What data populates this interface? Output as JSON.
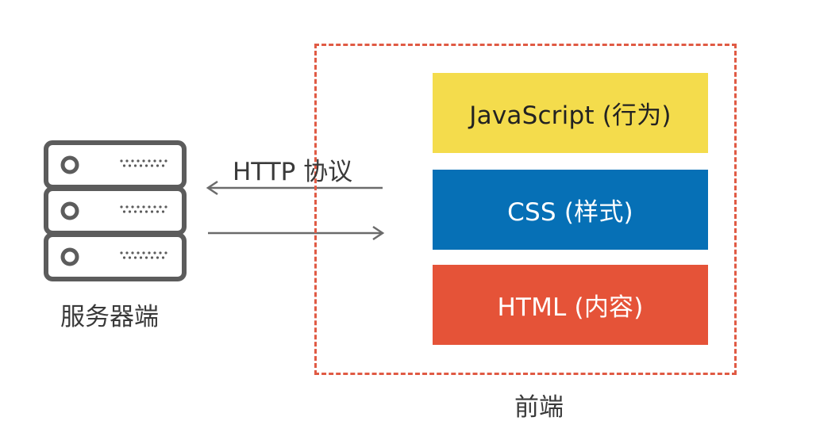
{
  "server": {
    "label": "服务器端",
    "icon": "server-rack-icon",
    "color": "#5c5c5c"
  },
  "protocol": {
    "label": "HTTP 协议",
    "arrow_color": "#6b6b6b"
  },
  "frontend": {
    "label": "前端",
    "border_color": "#e05a44",
    "layers": [
      {
        "label": "JavaScript (行为)",
        "color": "#f4dc4c"
      },
      {
        "label": "CSS (样式)",
        "color": "#0670b6"
      },
      {
        "label": "HTML (内容)",
        "color": "#e55338"
      }
    ]
  }
}
